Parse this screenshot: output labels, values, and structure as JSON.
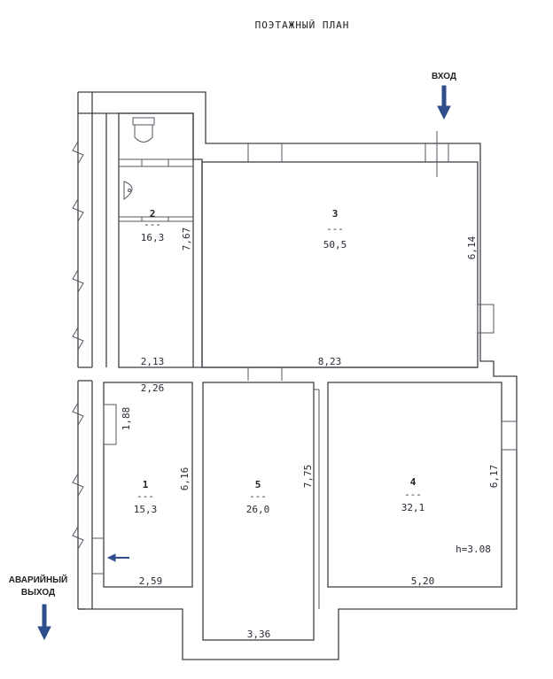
{
  "title": "ПОЭТАЖНЫЙ ПЛАН",
  "entrance_label": "ВХОД",
  "emergency_exit_label_line1": "АВАРИЙНЫЙ",
  "emergency_exit_label_line2": "ВЫХОД",
  "ceiling_height": "h=3.08",
  "rooms": [
    {
      "number": "1",
      "sep": "---",
      "area": "15,3"
    },
    {
      "number": "2",
      "sep": "---",
      "area": "16,3"
    },
    {
      "number": "3",
      "sep": "---",
      "area": "50,5"
    },
    {
      "number": "4",
      "sep": "---",
      "area": "32,1"
    },
    {
      "number": "5",
      "sep": "---",
      "area": "26,0"
    }
  ],
  "dimensions": {
    "r2_height": "7,67",
    "r2_width": "2,13",
    "r3_height": "6,14",
    "r3_width": "8,23",
    "r1_top": "2,26",
    "r1_small": "1,88",
    "r1_height": "6,16",
    "r1_width": "2,59",
    "r5_height": "7,75",
    "r5_width": "3,36",
    "r4_height": "6,17",
    "r4_width": "5,20"
  },
  "colors": {
    "walls": "#404048",
    "arrows": "#2d4e8a"
  },
  "icons": [
    "toilet-icon",
    "sink-icon",
    "entrance-arrow-icon",
    "exit-arrow-icon",
    "side-arrow-icon"
  ]
}
